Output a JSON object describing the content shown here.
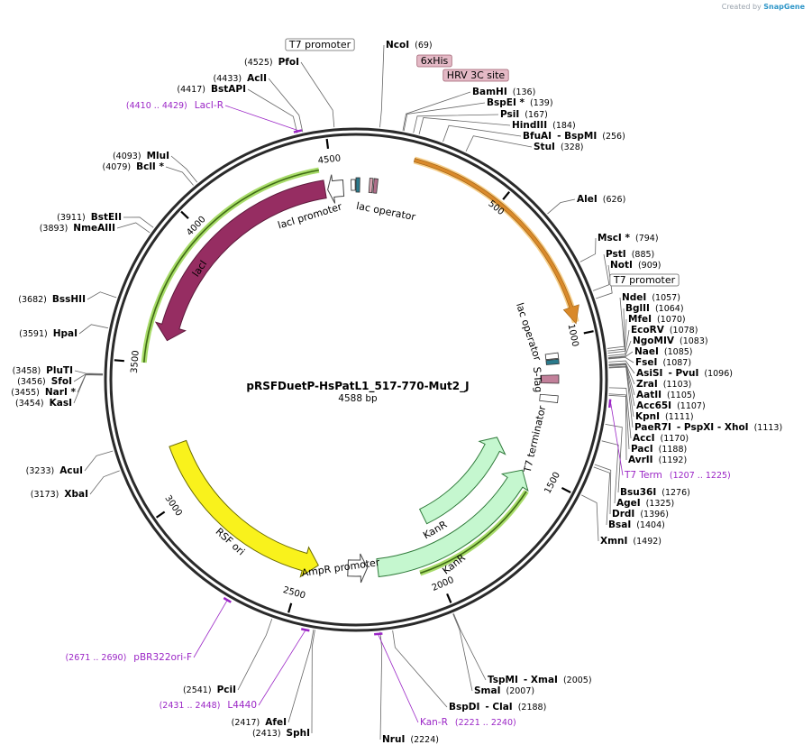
{
  "credit": {
    "text": "Created by",
    "brand": "SnapGene"
  },
  "plasmid": {
    "name": "pRSFDuetP-HsPatL1_517-770-Mut2_J",
    "length": "4588 bp"
  },
  "ticks": [
    "500",
    "1000",
    "1500",
    "2000",
    "2500",
    "3000",
    "3500",
    "4000",
    "4500"
  ],
  "features": {
    "t7promoter_top": "T7 promoter",
    "sixhis": "6xHis",
    "hrv3c": "HRV 3C site",
    "t7promoter_right": "T7 promoter",
    "laci_promoter": "lacI promoter",
    "lac_operator_top": "lac operator",
    "lac_operator_right": "lac operator",
    "stag": "S-Tag",
    "t7_terminator": "T7 terminator",
    "laci": "lacI",
    "rsf_ori": "RSF ori",
    "ampr_promoter": "AmpR promoter",
    "kanr_inner": "KanR",
    "kanr_outer": "KanR"
  },
  "enzymes": [
    {
      "name": "NcoI",
      "pos": "(69)"
    },
    {
      "name": "BamHI",
      "pos": "(136)"
    },
    {
      "name": "BspEI *",
      "pos": "(139)"
    },
    {
      "name": "PsiI",
      "pos": "(167)"
    },
    {
      "name": "HindIII",
      "pos": "(184)"
    },
    {
      "name": "BfuAI",
      "sep": "- BspMI",
      "pos": "(256)"
    },
    {
      "name": "StuI",
      "pos": "(328)"
    },
    {
      "name": "AleI",
      "pos": "(626)"
    },
    {
      "name": "MscI *",
      "pos": "(794)"
    },
    {
      "name": "PstI",
      "pos": "(885)"
    },
    {
      "name": "NotI",
      "pos": "(909)"
    },
    {
      "name": "NdeI",
      "pos": "(1057)"
    },
    {
      "name": "BglII",
      "pos": "(1064)"
    },
    {
      "name": "MfeI",
      "pos": "(1070)"
    },
    {
      "name": "EcoRV",
      "pos": "(1078)"
    },
    {
      "name": "NgoMIV",
      "pos": "(1083)"
    },
    {
      "name": "NaeI",
      "pos": "(1085)"
    },
    {
      "name": "FseI",
      "pos": "(1087)"
    },
    {
      "name": "AsiSI",
      "sep": "- PvuI",
      "pos": "(1096)"
    },
    {
      "name": "ZraI",
      "pos": "(1103)"
    },
    {
      "name": "AatII",
      "pos": "(1105)"
    },
    {
      "name": "Acc65I",
      "pos": "(1107)"
    },
    {
      "name": "KpnI",
      "pos": "(1111)"
    },
    {
      "name": "PaeR7I",
      "sep": "- PspXI - XhoI",
      "pos": "(1113)"
    },
    {
      "name": "AccI",
      "pos": "(1170)"
    },
    {
      "name": "PacI",
      "pos": "(1188)"
    },
    {
      "name": "AvrII",
      "pos": "(1192)"
    },
    {
      "name": "Bsu36I",
      "pos": "(1276)"
    },
    {
      "name": "AgeI",
      "pos": "(1325)"
    },
    {
      "name": "DrdI",
      "pos": "(1396)"
    },
    {
      "name": "BsaI",
      "pos": "(1404)"
    },
    {
      "name": "XmnI",
      "pos": "(1492)"
    },
    {
      "name": "TspMI",
      "sep": "- XmaI",
      "pos": "(2005)"
    },
    {
      "name": "SmaI",
      "pos": "(2007)"
    },
    {
      "name": "BspDI",
      "sep": "- ClaI",
      "pos": "(2188)"
    },
    {
      "name": "NruI",
      "pos": "(2224)"
    },
    {
      "name": "SphI",
      "pos": "(2413)"
    },
    {
      "name": "AfeI",
      "pos": "(2417)"
    },
    {
      "name": "PciI",
      "pos": "(2541)"
    },
    {
      "name": "XbaI",
      "pos": "(3173)"
    },
    {
      "name": "AcuI",
      "pos": "(3233)"
    },
    {
      "name": "KasI",
      "pos": "(3454)"
    },
    {
      "name": "NarI *",
      "pos": "(3455)"
    },
    {
      "name": "SfoI",
      "pos": "(3456)"
    },
    {
      "name": "PluTI",
      "pos": "(3458)"
    },
    {
      "name": "HpaI",
      "pos": "(3591)"
    },
    {
      "name": "BssHII",
      "pos": "(3682)"
    },
    {
      "name": "NmeAIII",
      "pos": "(3893)"
    },
    {
      "name": "BstEII",
      "pos": "(3911)"
    },
    {
      "name": "BclI *",
      "pos": "(4079)"
    },
    {
      "name": "MluI",
      "pos": "(4093)"
    },
    {
      "name": "BstAPI",
      "pos": "(4417)"
    },
    {
      "name": "AclI",
      "pos": "(4433)"
    },
    {
      "name": "PfoI",
      "pos": "(4525)"
    }
  ],
  "primers": [
    {
      "name": "LacI-R",
      "range": "(4410 .. 4429)"
    },
    {
      "name": "T7 Term",
      "range": "(1207 .. 1225)"
    },
    {
      "name": "Kan-R",
      "range": "(2221 .. 2240)"
    },
    {
      "name": "L4440",
      "range": "(2431 .. 2448)"
    },
    {
      "name": "pBR322ori-F",
      "range": "(2671 .. 2690)"
    }
  ]
}
